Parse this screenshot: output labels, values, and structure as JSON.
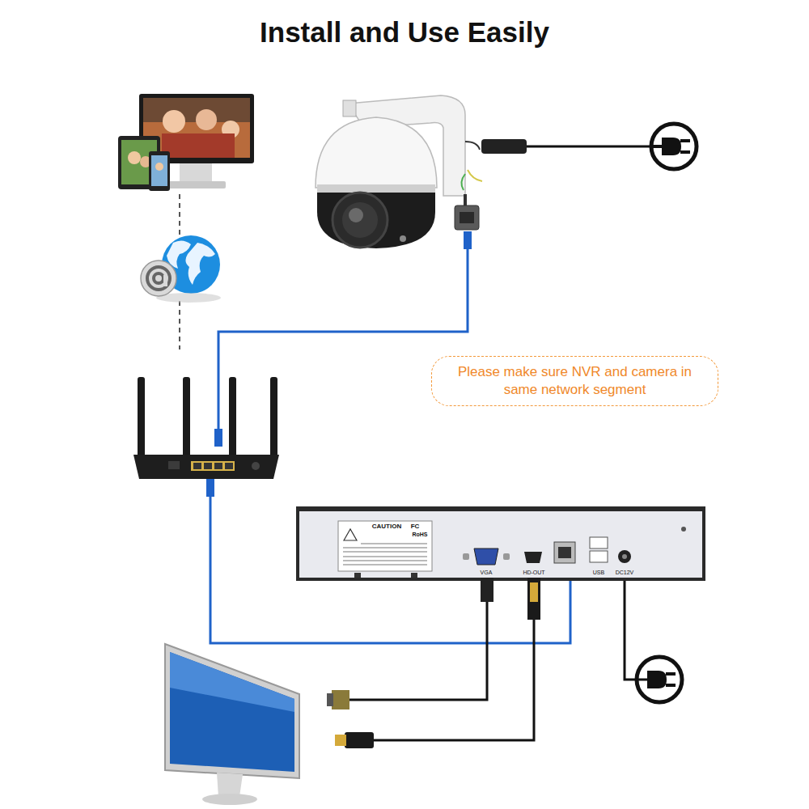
{
  "diagram": {
    "title": "Install and Use Easily",
    "nodes": [
      {
        "text": [
          "Please make sure NVR and camera in same network segment"
        ]
      }
    ],
    "labels": [
      "CAUTION",
      "FC",
      "RoHS",
      "VGA",
      "HD-OUT",
      "USB",
      "DC12V"
    ]
  }
}
